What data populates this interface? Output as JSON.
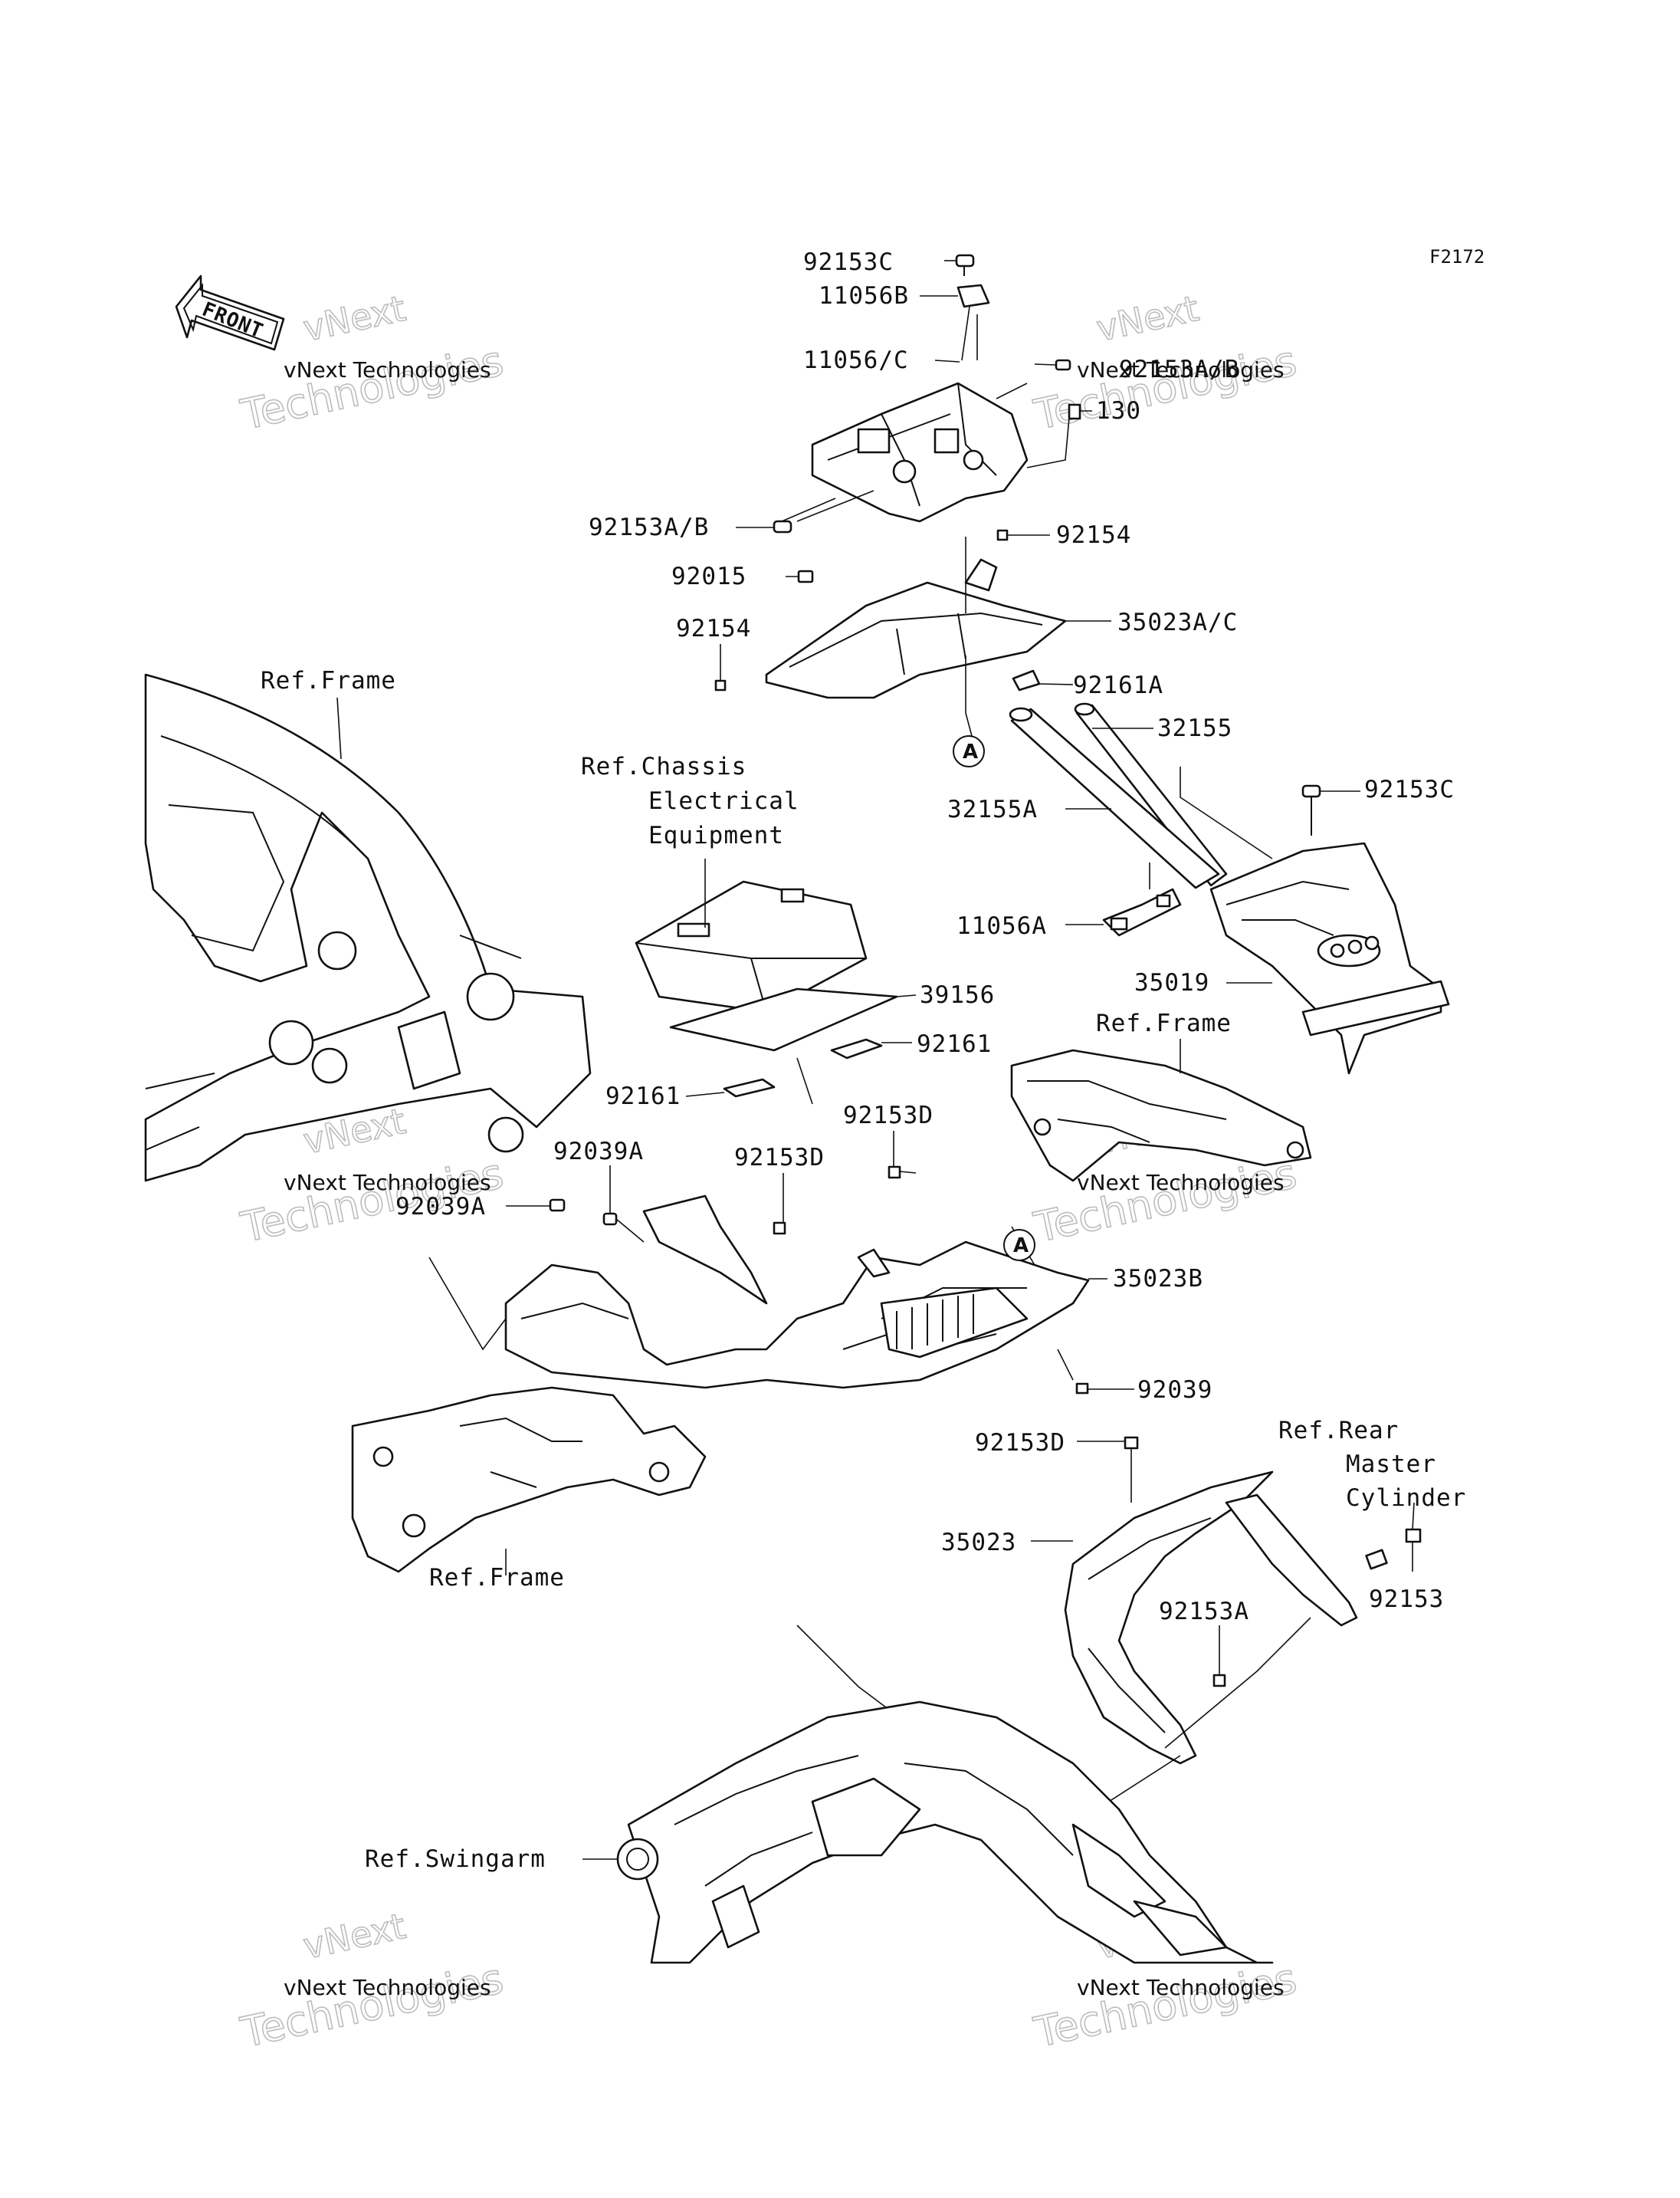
{
  "figure_code": "F2172",
  "front_arrow": {
    "label": "FRONT",
    "icon": "front-direction-arrow-icon"
  },
  "watermark": {
    "company": "vNext Technologies",
    "word1": "vNext",
    "word2": "Technologies"
  },
  "callouts": [
    {
      "id": "92153C-top",
      "text": "92153C"
    },
    {
      "id": "11056B",
      "text": "11056B"
    },
    {
      "id": "11056-C",
      "text": "11056/C"
    },
    {
      "id": "92153A-B-right",
      "text": "92153A/B"
    },
    {
      "id": "130",
      "text": "130"
    },
    {
      "id": "92153A-B-left",
      "text": "92153A/B"
    },
    {
      "id": "92154-right",
      "text": "92154"
    },
    {
      "id": "92015",
      "text": "92015"
    },
    {
      "id": "92154-left",
      "text": "92154"
    },
    {
      "id": "35023A-C",
      "text": "35023A/C"
    },
    {
      "id": "92161A",
      "text": "92161A"
    },
    {
      "id": "32155",
      "text": "32155"
    },
    {
      "id": "32155A",
      "text": "32155A"
    },
    {
      "id": "92153C-right",
      "text": "92153C"
    },
    {
      "id": "11056A",
      "text": "11056A"
    },
    {
      "id": "35019",
      "text": "35019"
    },
    {
      "id": "39156",
      "text": "39156"
    },
    {
      "id": "92161-right",
      "text": "92161"
    },
    {
      "id": "92161-left",
      "text": "92161"
    },
    {
      "id": "92153D-upper",
      "text": "92153D"
    },
    {
      "id": "92039A-upper",
      "text": "92039A"
    },
    {
      "id": "92153D-mid",
      "text": "92153D"
    },
    {
      "id": "92039A-lower",
      "text": "92039A"
    },
    {
      "id": "35023B",
      "text": "35023B"
    },
    {
      "id": "92039",
      "text": "92039"
    },
    {
      "id": "92153D-lower",
      "text": "92153D"
    },
    {
      "id": "35023",
      "text": "35023"
    },
    {
      "id": "92153A",
      "text": "92153A"
    },
    {
      "id": "92153",
      "text": "92153"
    }
  ],
  "references": {
    "frame_top": "Ref.Frame",
    "chassis_line1": "Ref.Chassis",
    "chassis_line2": "Electrical",
    "chassis_line3": "Equipment",
    "frame_right": "Ref.Frame",
    "frame_bottom": "Ref.Frame",
    "rear_line1": "Ref.Rear",
    "rear_line2": "Master",
    "rear_line3": "Cylinder",
    "swingarm": "Ref.Swingarm"
  },
  "connector_marker": "A"
}
